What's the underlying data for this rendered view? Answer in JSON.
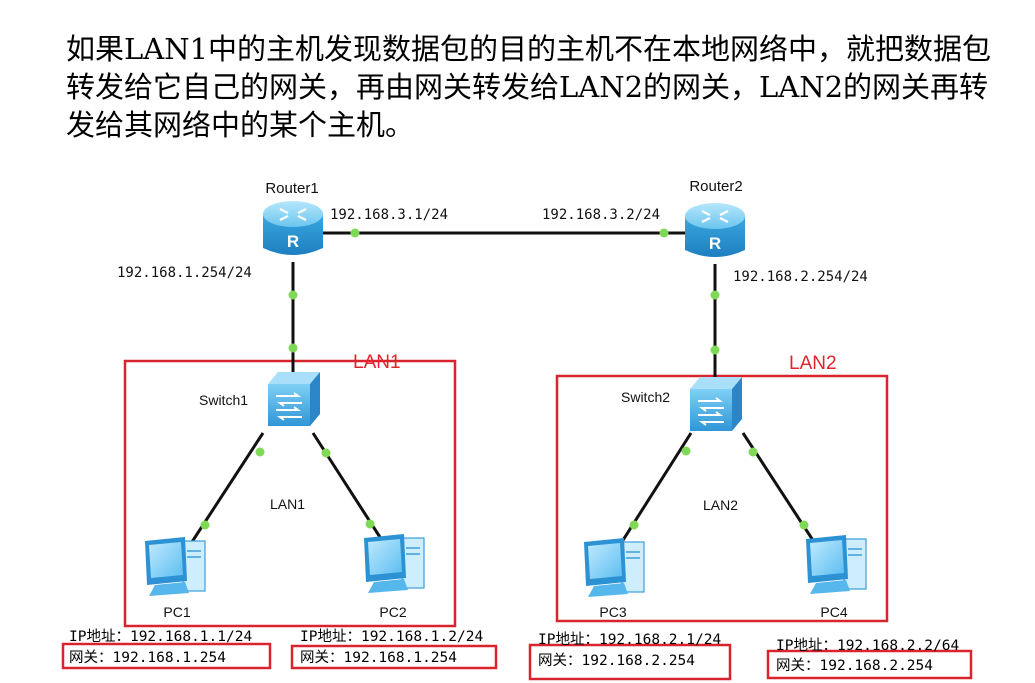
{
  "intro_text": "如果LAN1中的主机发现数据包的目的主机不在本地网络中，就把数据包转发给它自己的网关，再由网关转发给LAN2的网关，LAN2的网关再转发给其网络中的某个主机。",
  "routers": [
    {
      "name": "Router1",
      "icon": "router-icon"
    },
    {
      "name": "Router2",
      "icon": "router-icon"
    }
  ],
  "router_link": {
    "left_ip": "192.168.3.1/24",
    "right_ip": "192.168.3.2/24"
  },
  "router1_lan_ip": "192.168.1.254/24",
  "router2_lan_ip": "192.168.2.254/24",
  "lan1": {
    "title": "LAN1",
    "switch_name": "Switch1",
    "inner_label": "LAN1",
    "pcs": [
      {
        "name": "PC1",
        "ip_text": "IP地址：192.168.1.1/24",
        "gateway_text": "网关：192.168.1.254"
      },
      {
        "name": "PC2",
        "ip_text": "IP地址：192.168.1.2/24",
        "gateway_text": "网关：192.168.1.254"
      }
    ]
  },
  "lan2": {
    "title": "LAN2",
    "switch_name": "Switch2",
    "inner_label": "LAN2",
    "pcs": [
      {
        "name": "PC3",
        "ip_text": "IP地址：192.168.2.1/24",
        "gateway_text": "网关：192.168.2.254"
      },
      {
        "name": "PC4",
        "ip_text": "IP地址：192.168.2.2/64",
        "gateway_text": "网关：192.168.2.254"
      }
    ]
  },
  "colors": {
    "highlight_box": "#d9232d",
    "device_fill": "#3fa9e0",
    "link_dot": "#7ed957"
  }
}
